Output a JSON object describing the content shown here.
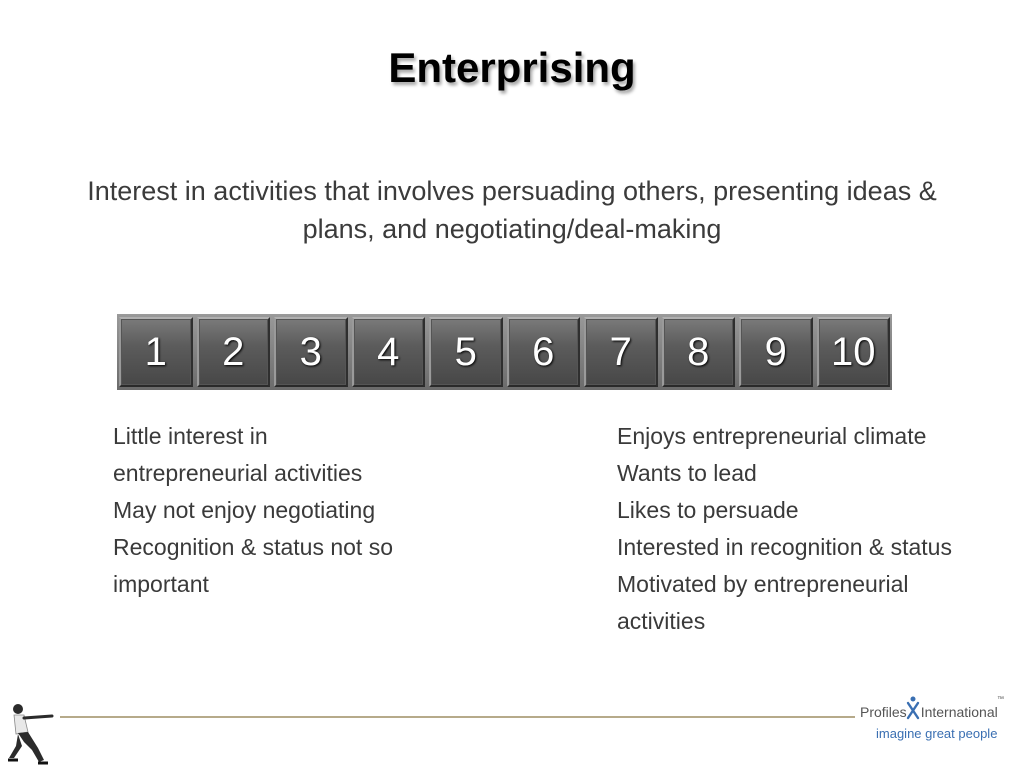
{
  "title": "Enterprising",
  "subtitle": "Interest in activities that involves persuading others, presenting ideas & plans, and negotiating/deal-making",
  "scale": [
    "1",
    "2",
    "3",
    "4",
    "5",
    "6",
    "7",
    "8",
    "9",
    "10"
  ],
  "low_traits": [
    "Little interest in",
    "entrepreneurial activities",
    "May not enjoy negotiating",
    "Recognition & status not so",
    "important"
  ],
  "high_traits": [
    "Enjoys entrepreneurial climate",
    "Wants to lead",
    "Likes to persuade",
    "Interested in recognition & status",
    "Motivated by entrepreneurial",
    "activities"
  ],
  "logo": {
    "left": "Profiles",
    "right": "International",
    "tagline": "imagine great people",
    "tm": "™"
  },
  "colors": {
    "logo_accent": "#3a6fb2",
    "footer_line": "#b6aa8a"
  }
}
